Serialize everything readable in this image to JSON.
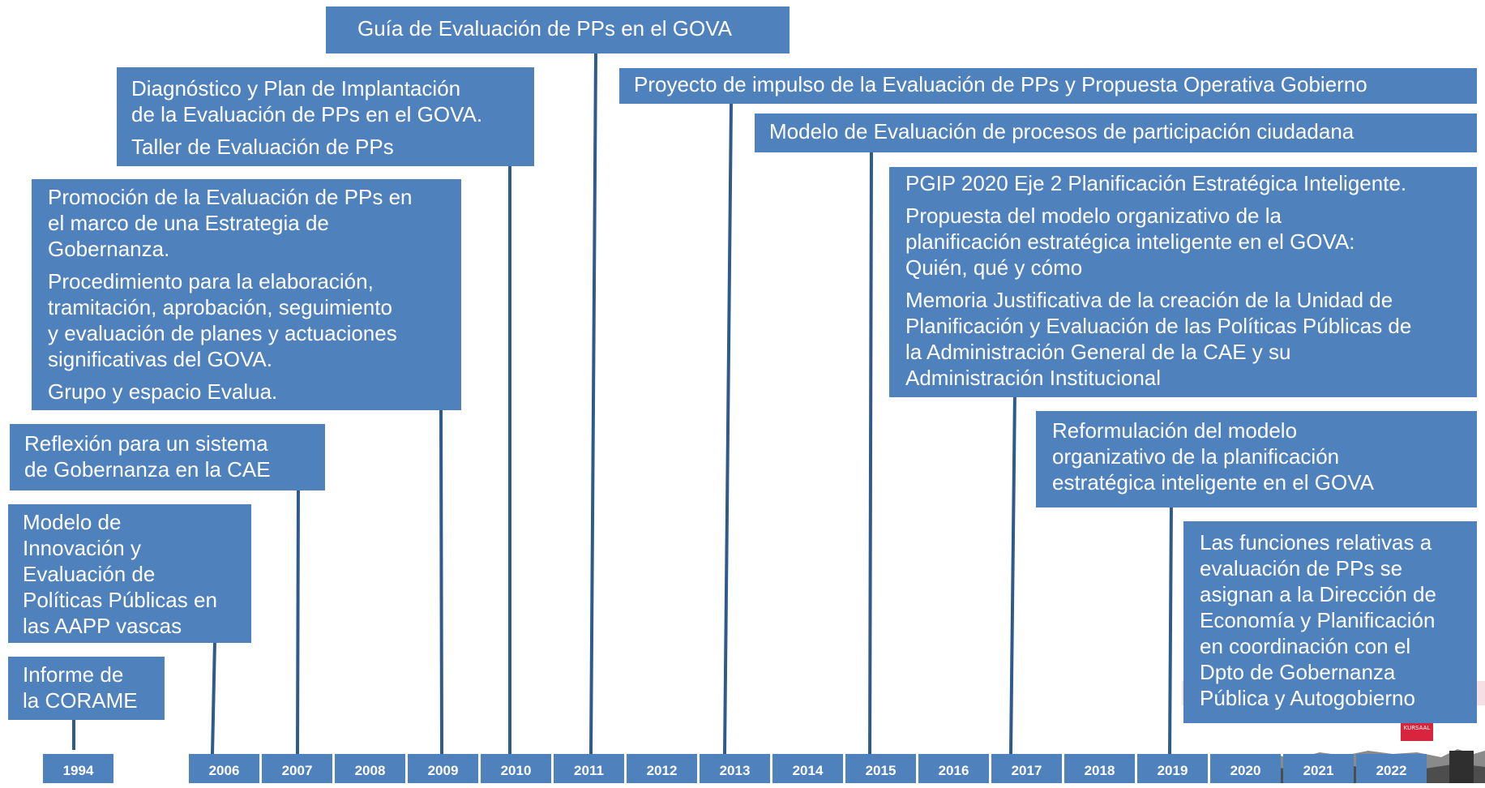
{
  "timeline": {
    "years": [
      "1994",
      "2006",
      "2007",
      "2008",
      "2009",
      "2010",
      "2011",
      "2012",
      "2013",
      "2014",
      "2015",
      "2016",
      "2017",
      "2018",
      "2019",
      "2020",
      "2021",
      "2022"
    ]
  },
  "events": [
    {
      "id": "guia",
      "lines": [
        "Guía de Evaluación de PPs en el GOVA"
      ]
    },
    {
      "id": "diagnostico",
      "lines": [
        "Diagnóstico y Plan de Implantación\nde la Evaluación de PPs en el GOVA.",
        "Taller de Evaluación de PPs"
      ]
    },
    {
      "id": "proyecto",
      "lines": [
        "Proyecto de impulso de la Evaluación de PPs y Propuesta Operativa Gobierno"
      ]
    },
    {
      "id": "modelo-participacion",
      "lines": [
        "Modelo de Evaluación de procesos de participación ciudadana"
      ]
    },
    {
      "id": "pgip",
      "lines": [
        "PGIP 2020 Eje 2 Planificación Estratégica Inteligente.",
        "Propuesta del modelo organizativo de la\nplanificación estratégica inteligente en el GOVA:\nQuién, qué y cómo",
        "Memoria Justificativa de la creación de la Unidad de\nPlanificación y Evaluación de las Políticas Públicas de\nla Administración General de la CAE y su\nAdministración Institucional"
      ]
    },
    {
      "id": "promocion",
      "lines": [
        "Promoción de la Evaluación de PPs en\nel marco de una Estrategia de\nGobernanza.",
        "Procedimiento para la elaboración,\ntramitación, aprobación, seguimiento\ny evaluación de planes y actuaciones\nsignificativas del GOVA.",
        "Grupo y espacio Evalua."
      ]
    },
    {
      "id": "reflexion",
      "lines": [
        "Reflexión para un sistema\nde Gobernanza en la CAE"
      ]
    },
    {
      "id": "reformulacion",
      "lines": [
        "Reformulación del modelo\norganizativo de la planificación\nestratégica inteligente en el GOVA"
      ]
    },
    {
      "id": "modelo-innovacion",
      "lines": [
        "Modelo de\nInnovación y\nEvaluación de\nPolíticas Públicas en\nlas AAPP vascas"
      ]
    },
    {
      "id": "funciones",
      "lines": [
        "Las funciones relativas a\nevaluación de PPs se\nasignan a la Dirección de\nEconomía y Planificación\nen coordinación con el\nDpto de Gobernanza\nPública y Autogobierno"
      ]
    },
    {
      "id": "corame",
      "lines": [
        "Informe de\nla CORAME"
      ]
    }
  ],
  "colors": {
    "box": "#4f81bd",
    "connector": "#2e5a8c",
    "text": "#ffffff"
  },
  "decoration": {
    "photo_badge": "KURSAAL"
  }
}
